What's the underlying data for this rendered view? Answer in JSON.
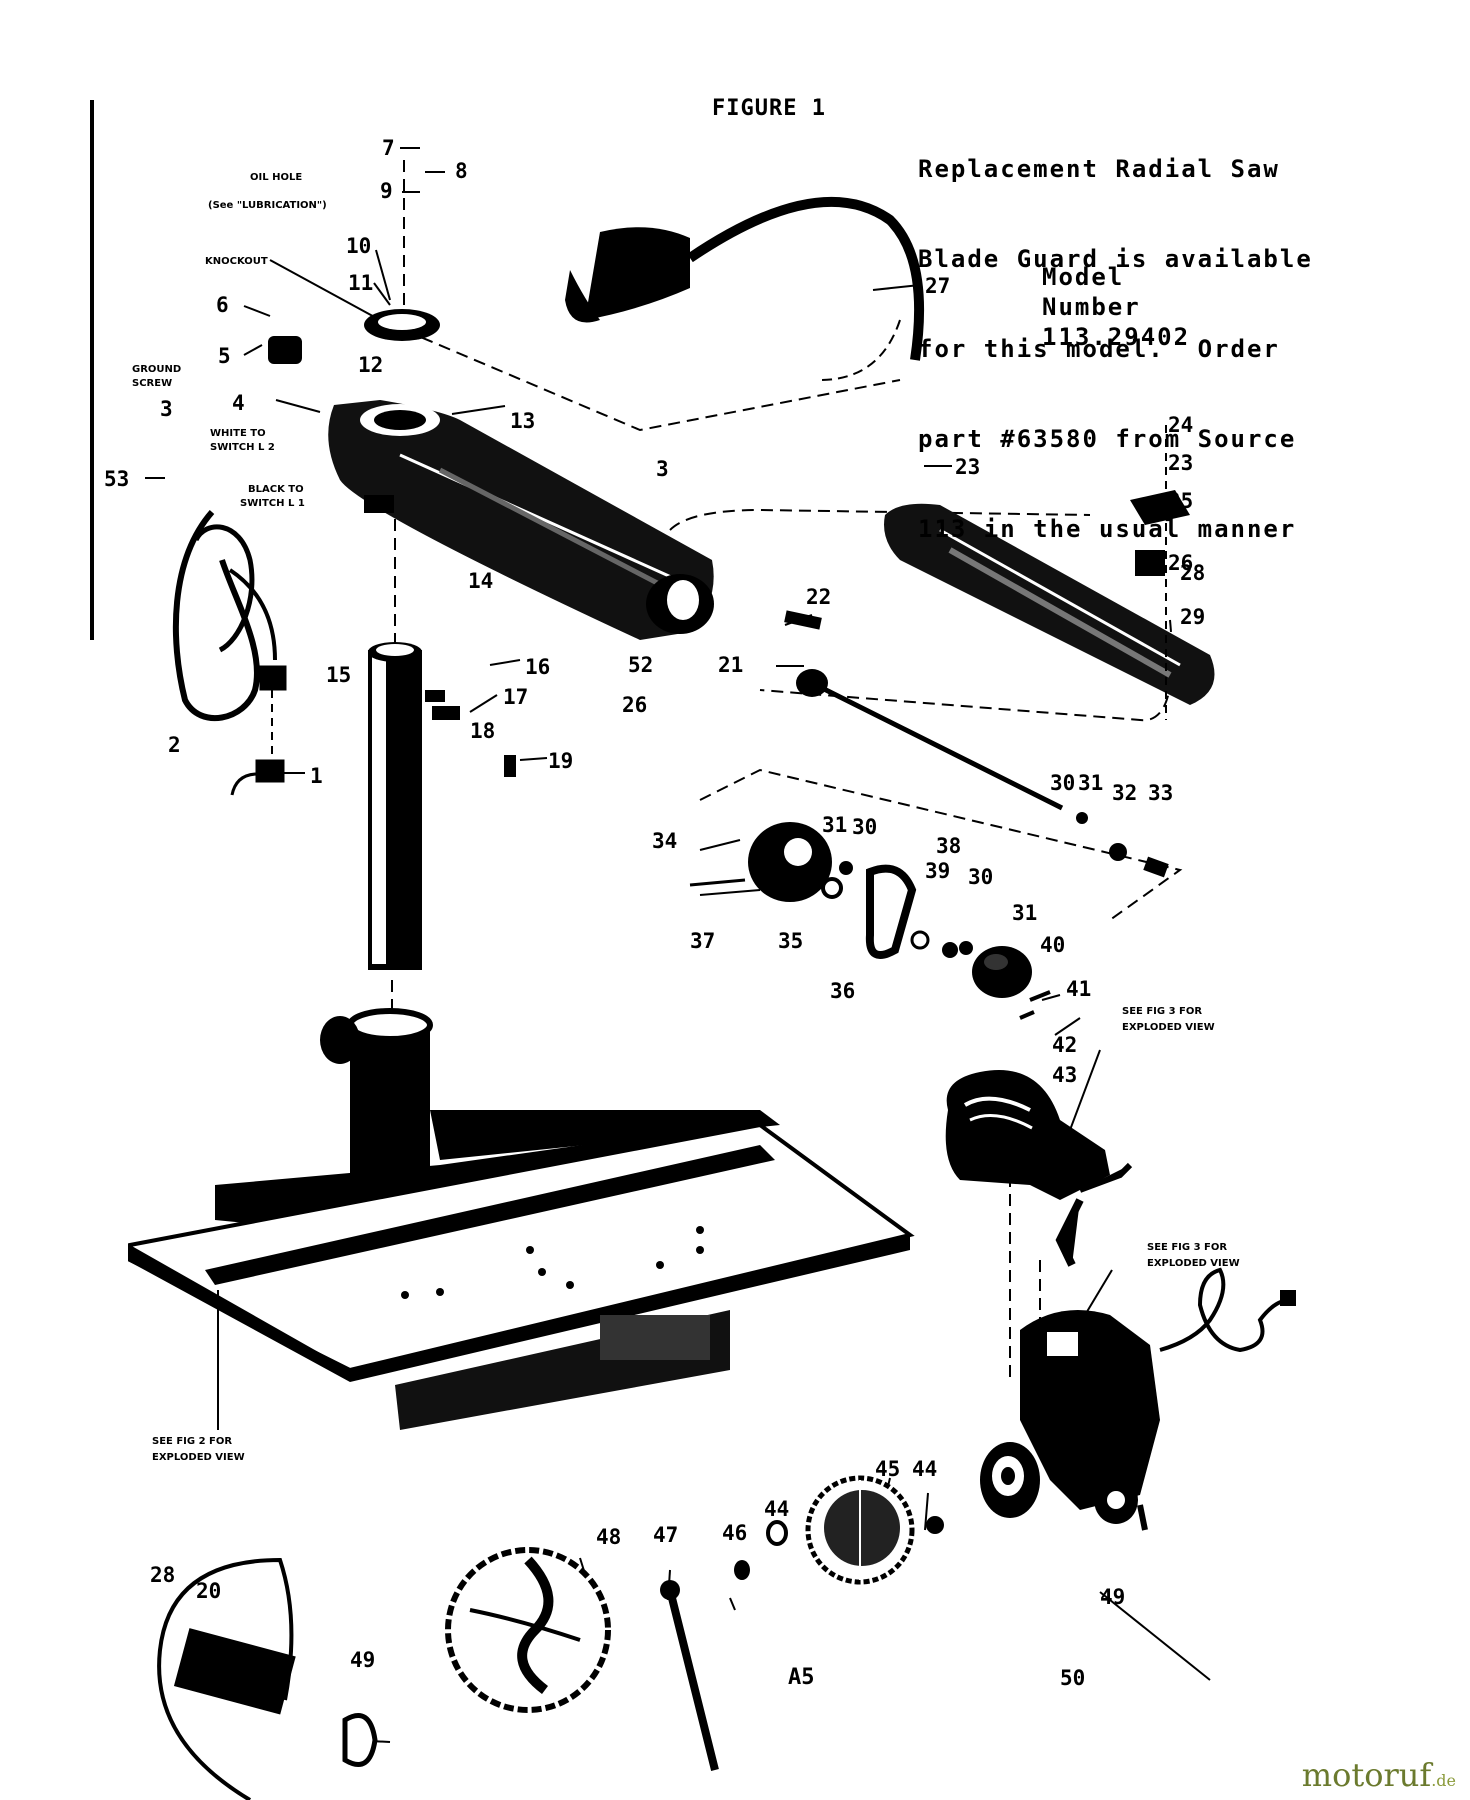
{
  "header": {
    "figure_title": "FIGURE 1",
    "note_lines": [
      "Replacement Radial Saw",
      "Blade Guard is available",
      "for this model.  Order",
      "part #63580 from Source",
      "113 in the usual manner"
    ],
    "model_lines": [
      "Model",
      "Number",
      "113.29402"
    ]
  },
  "callouts": {
    "oil_hole": [
      "OIL HOLE",
      "(See \"LUBRICATION\")"
    ],
    "knockout": "KNOCKOUT",
    "ground_screw": [
      "GROUND",
      "SCREW"
    ],
    "white_to_switch": [
      "WHITE TO",
      "SWITCH L 2"
    ],
    "black_to_switch": [
      "BLACK TO",
      "SWITCH L 1"
    ],
    "see_fig3_a": [
      "SEE FIG 3 FOR",
      "EXPLODED VIEW"
    ],
    "see_fig3_b": [
      "SEE FIG 3 FOR",
      "EXPLODED VIEW"
    ],
    "see_fig2": [
      "SEE FIG 2 FOR",
      "EXPLODED VIEW"
    ]
  },
  "part_numbers": {
    "p1": "1",
    "p2": "2",
    "p3": "3",
    "p4": "4",
    "p5": "5",
    "p6": "6",
    "p7": "7",
    "p8": "8",
    "p9": "9",
    "p10": "10",
    "p11": "11",
    "p12": "12",
    "p13": "13",
    "p14": "14",
    "p15": "15",
    "p16": "16",
    "p17": "17",
    "p18": "18",
    "p19": "19",
    "p20": "20",
    "p21": "21",
    "p22": "22",
    "p23a": "23",
    "p23b": "23",
    "p24": "24",
    "p25": "25",
    "p26": "26",
    "p27": "27",
    "p28": "28",
    "p29": "29",
    "p3b": "3",
    "p30": "30",
    "p31": "31",
    "p32": "32",
    "p33": "33",
    "p34": "34",
    "p31b": "31",
    "p30b": "30",
    "p35": "35",
    "p36": "36",
    "p37": "37",
    "p38": "38",
    "p39": "39",
    "p30c": "30",
    "p31c": "31",
    "p40": "40",
    "p41": "41",
    "p42": "42",
    "p43": "43",
    "p44a": "44",
    "p45": "45",
    "p44b": "44",
    "p46": "46",
    "p47": "47",
    "p48": "48",
    "p49": "49",
    "p28b": "28",
    "p49b": "49",
    "p50": "50",
    "p52": "52",
    "p53": "53",
    "p26b": "26"
  },
  "page_number": "A5",
  "watermark": {
    "brand": "motoruf",
    "suffix": ".de"
  }
}
